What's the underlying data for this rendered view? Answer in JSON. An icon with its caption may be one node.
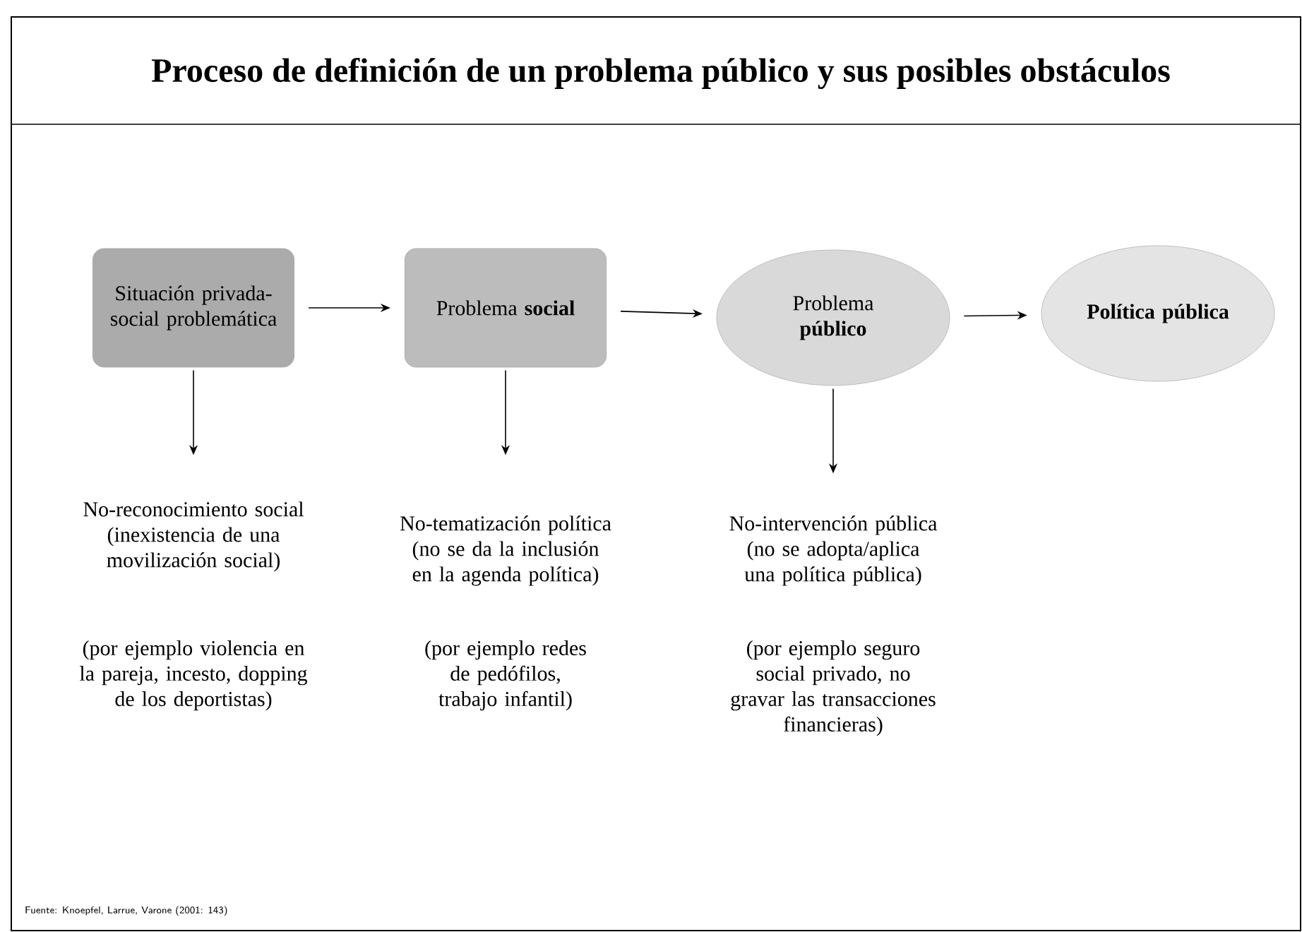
{
  "diagram": {
    "title": "Proceso de definición de un problema público y sus posibles obstáculos",
    "nodes": [
      {
        "text": [
          "Situación privada-social problemática"
        ]
      },
      {
        "text": [
          "Problema **social**"
        ]
      },
      {
        "text": [
          "Problema **público**"
        ]
      },
      {
        "text": [
          "Política pública"
        ]
      },
      {
        "text": [
          "No-reconocimiento social (inexistencia de una movilización social)"
        ],
        "beside": [
          "(por ejemplo violencia en la pareja, incesto, dopping de los deportistas)"
        ]
      },
      {
        "text": [
          "No-tematización política (no se da la inclusión en la agenda política)"
        ],
        "beside": [
          "(por ejemplo redes de pedófilos, trabajo infantil)"
        ]
      },
      {
        "text": [
          "No-intervención pública (no se adopta/aplica una política pública)"
        ],
        "beside": [
          "(por ejemplo seguro social privado, no gravar las transacciones financieras)"
        ]
      }
    ],
    "edges": [
      {
        "from": 0,
        "to": 1,
        "arrow": "to"
      },
      {
        "from": 1,
        "to": 2,
        "arrow": "to"
      },
      {
        "from": 2,
        "to": 3,
        "arrow": "to"
      },
      {
        "from": 0,
        "to": 4,
        "arrow": "to"
      },
      {
        "from": 1,
        "to": 5,
        "arrow": "to"
      },
      {
        "from": 2,
        "to": 6,
        "arrow": "to"
      }
    ],
    "labels": [
      "Fuente: Knoepfel, Larrue, Varone (2001: 143)"
    ]
  }
}
